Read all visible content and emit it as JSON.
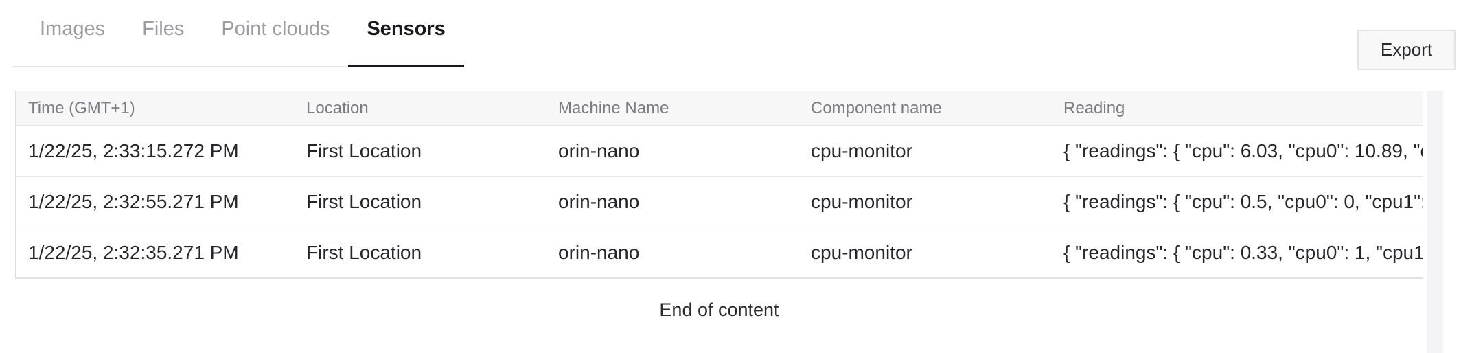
{
  "tabs": {
    "items": [
      {
        "label": "Images",
        "active": false
      },
      {
        "label": "Files",
        "active": false
      },
      {
        "label": "Point clouds",
        "active": false
      },
      {
        "label": "Sensors",
        "active": true
      }
    ]
  },
  "toolbar": {
    "export_label": "Export"
  },
  "table": {
    "columns": [
      "Time (GMT+1)",
      "Location",
      "Machine Name",
      "Component name",
      "Reading"
    ],
    "rows": [
      {
        "time": "1/22/25, 2:33:15.272 PM",
        "location": "First Location",
        "machine": "orin-nano",
        "component": "cpu-monitor",
        "reading": "{ \"readings\": { \"cpu\": 6.03, \"cpu0\": 10.89, \"c…"
      },
      {
        "time": "1/22/25, 2:32:55.271 PM",
        "location": "First Location",
        "machine": "orin-nano",
        "component": "cpu-monitor",
        "reading": "{ \"readings\": { \"cpu\": 0.5, \"cpu0\": 0, \"cpu1\": …"
      },
      {
        "time": "1/22/25, 2:32:35.271 PM",
        "location": "First Location",
        "machine": "orin-nano",
        "component": "cpu-monitor",
        "reading": "{ \"readings\": { \"cpu\": 0.33, \"cpu0\": 1, \"cpu1\"…"
      }
    ],
    "end_message": "End of content"
  },
  "colors": {
    "active_tab": "#19191d",
    "inactive_tab": "#9d9da1",
    "header_bg": "#f7f7f8",
    "border": "#e3e3e7",
    "button_bg": "#f8f8f8"
  }
}
